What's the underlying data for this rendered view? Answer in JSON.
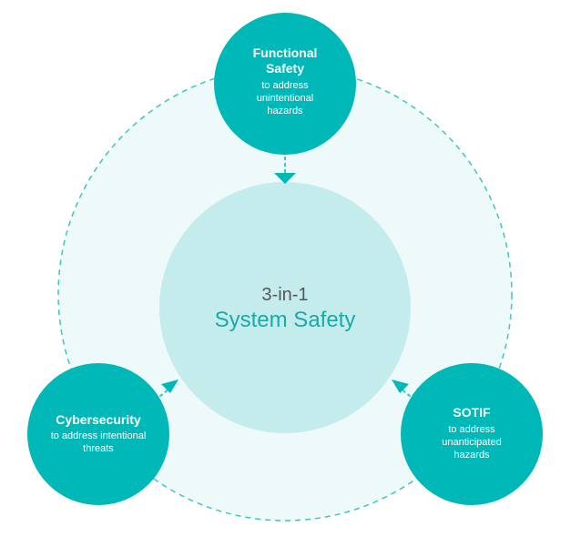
{
  "center": {
    "line1": "3-in-1",
    "line2": "System Safety"
  },
  "nodes": [
    {
      "id": "functional-safety",
      "title": "Functional Safety",
      "desc": "to address unintentional hazards"
    },
    {
      "id": "cybersecurity",
      "title": "Cybersecurity",
      "desc": "to address intentional threats"
    },
    {
      "id": "sotif",
      "title": "SOTIF",
      "desc": "to address unanticipated hazards"
    }
  ],
  "colors": {
    "node_fill": "#00b8b8",
    "center_fill": "#c5ecec",
    "outer_fill": "#eef9f9",
    "dashed_stroke": "#3cc6c6",
    "center_line1": "#555555",
    "center_line2": "#1aa9a9"
  }
}
